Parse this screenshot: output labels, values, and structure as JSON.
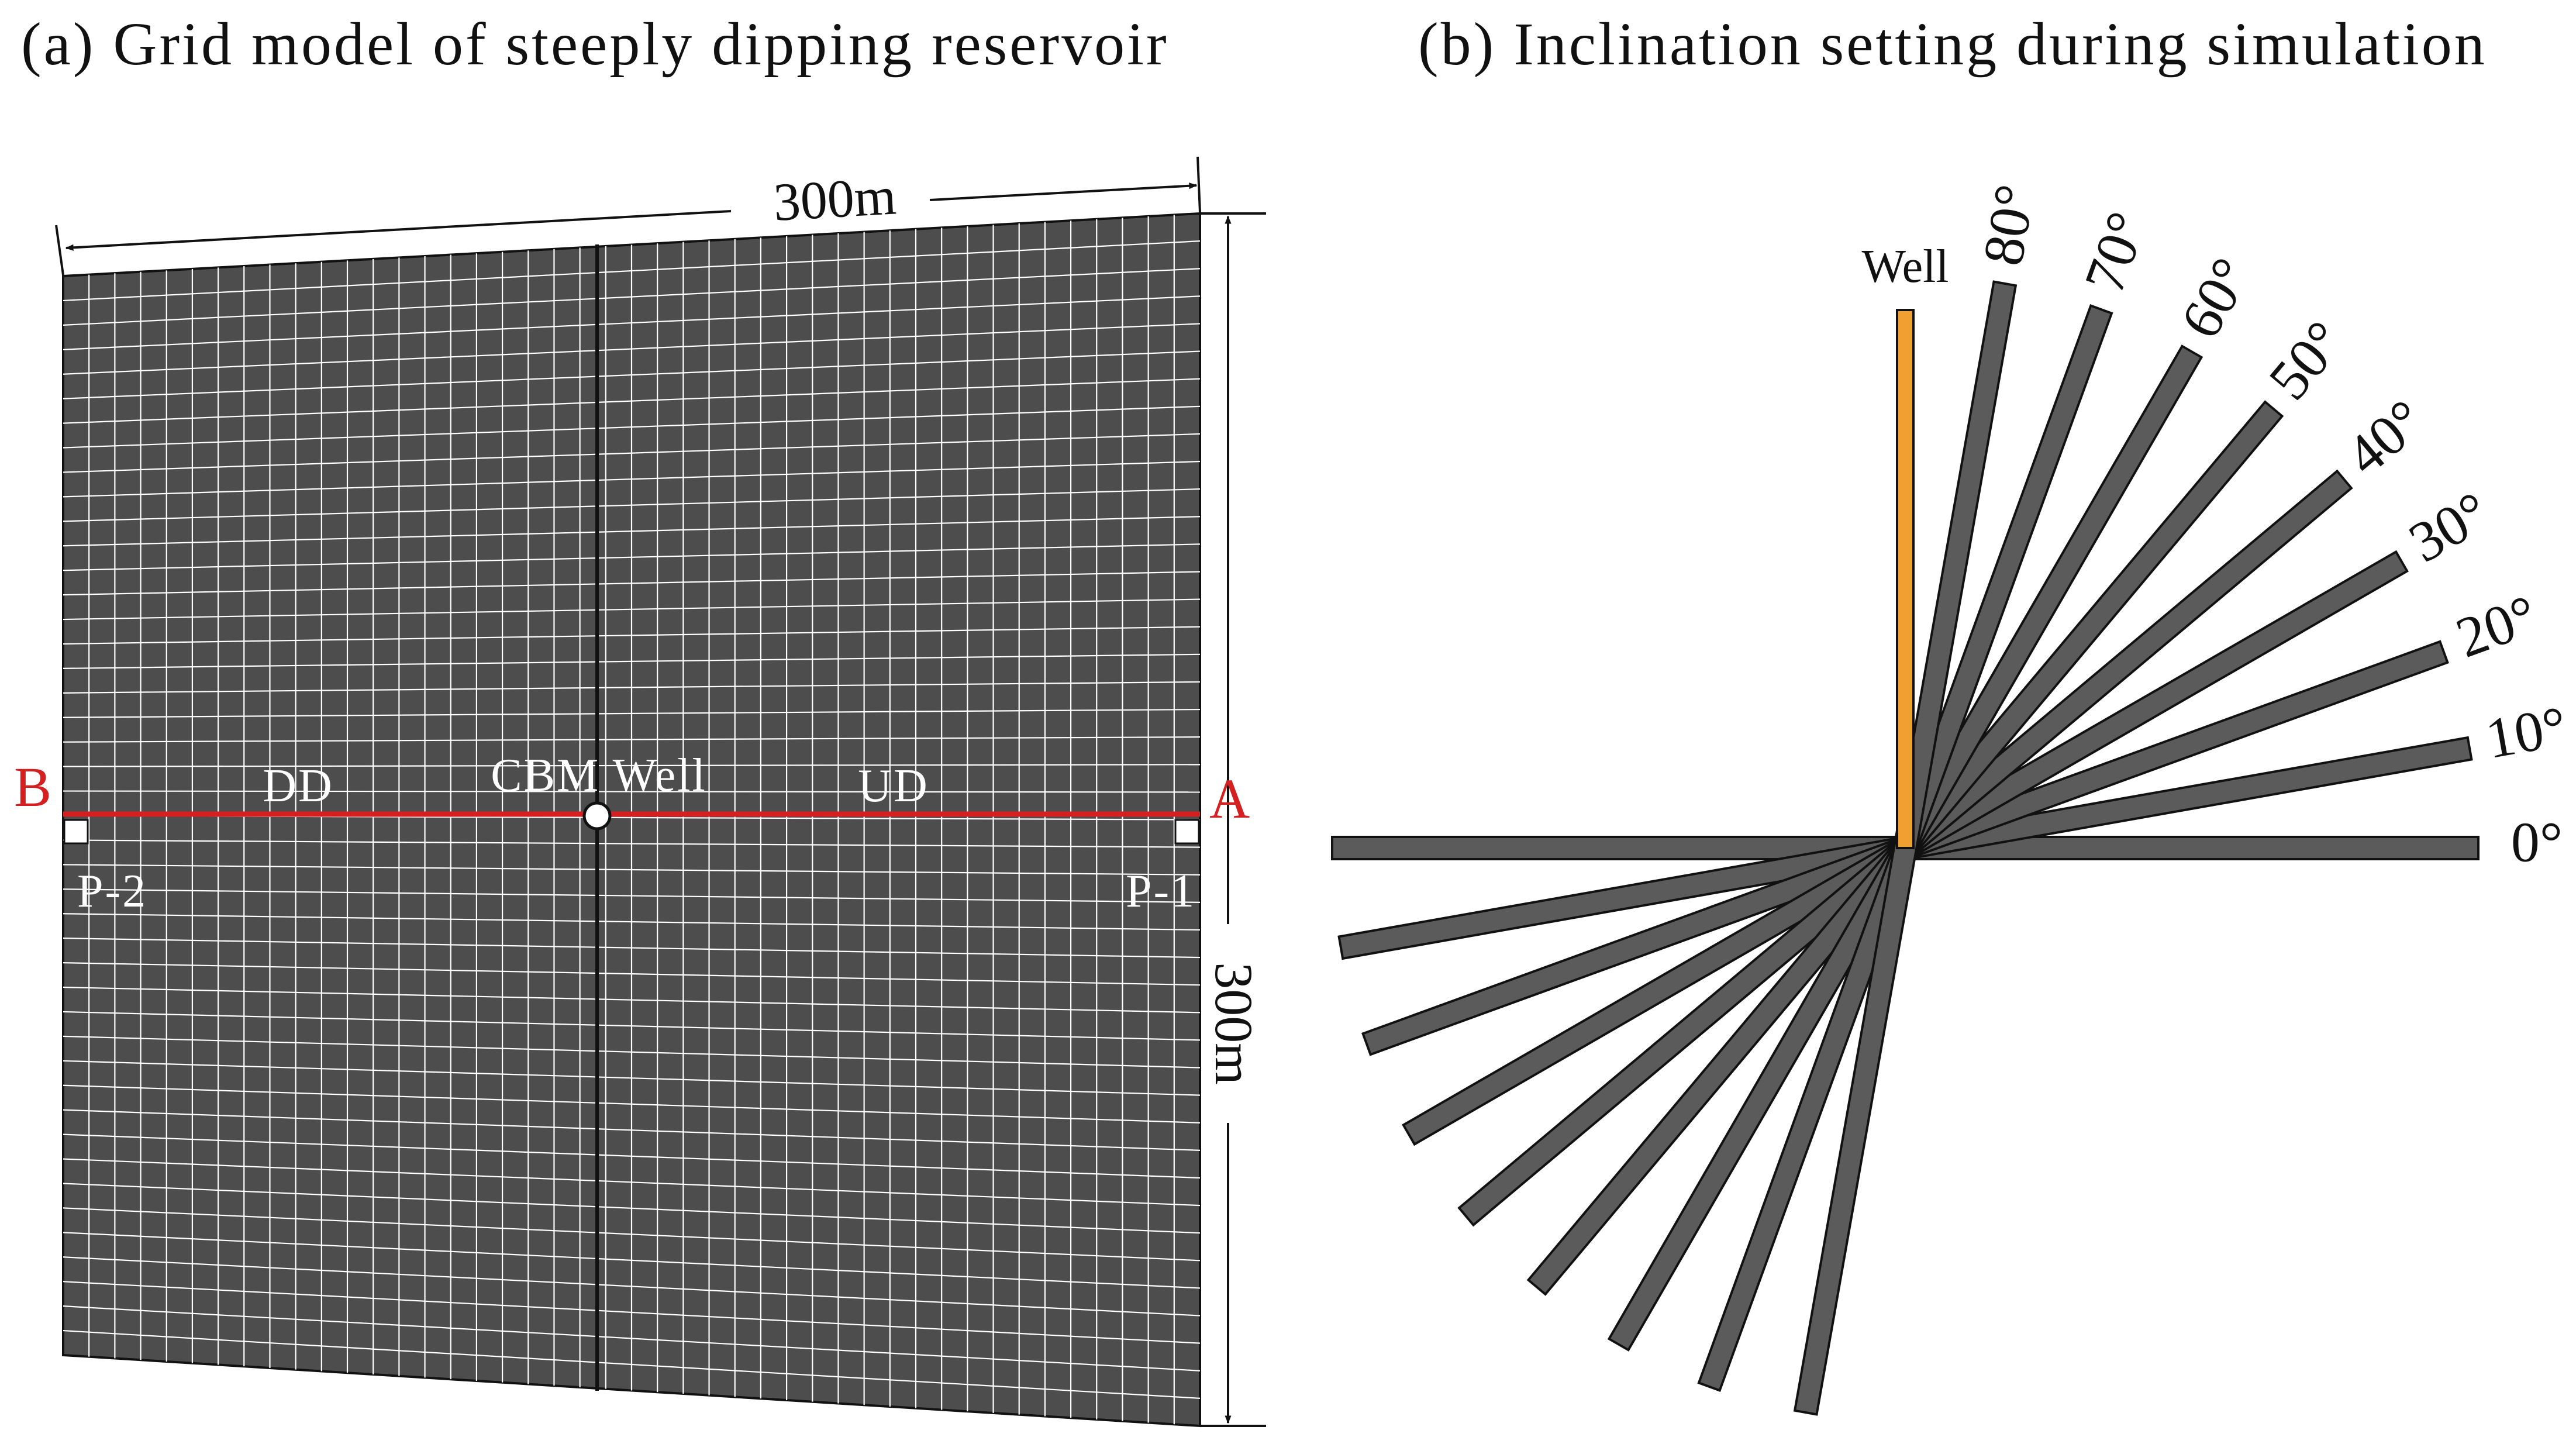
{
  "panel_a": {
    "title": "(a) Grid model of steeply dipping reservoir",
    "top_dimension": "300m",
    "side_dimension": "300m",
    "left_end": "B",
    "right_end": "A",
    "down_dip": "DD",
    "up_dip": "UD",
    "well": "CBM Well",
    "point_left": "P-2",
    "point_right": "P-1",
    "grid_cells": 44
  },
  "panel_b": {
    "title": "(b) Inclination setting during simulation",
    "well": "Well",
    "inclinations": [
      {
        "deg": 0,
        "label": "0°"
      },
      {
        "deg": 10,
        "label": "10°"
      },
      {
        "deg": 20,
        "label": "20°"
      },
      {
        "deg": 30,
        "label": "30°"
      },
      {
        "deg": 40,
        "label": "40°"
      },
      {
        "deg": 50,
        "label": "50°"
      },
      {
        "deg": 60,
        "label": "60°"
      },
      {
        "deg": 70,
        "label": "70°"
      },
      {
        "deg": 80,
        "label": "80°"
      }
    ]
  },
  "colors": {
    "grid_fill": "#4d4d4d",
    "grid_line": "#ffffff",
    "profile_line": "#d42020",
    "bar_fill": "#5b5b5b",
    "well_fill": "#f0a030",
    "outline": "#111111"
  }
}
